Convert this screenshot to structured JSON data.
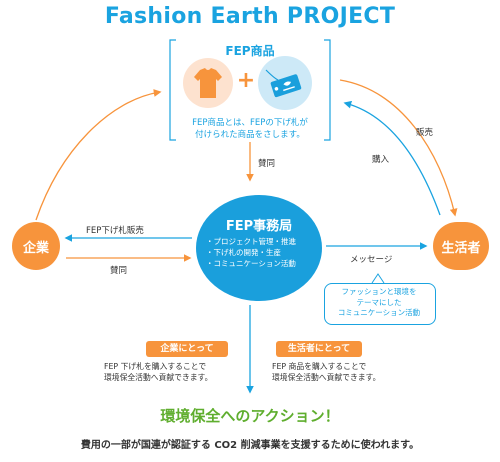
{
  "title": "Fashion Earth PROJECT",
  "product": {
    "heading": "FEP商品",
    "desc_line1": "FEP商品とは、FEPの下げ札が",
    "desc_line2": "付けられた商品をさします。",
    "plus": "+"
  },
  "office": {
    "title": "FEP事務局",
    "items": [
      "・プロジェクト管理・推進",
      "・下げ札の開発・生産",
      "・コミュニケーション活動"
    ]
  },
  "actors": {
    "company": "企業",
    "consumer": "生活者"
  },
  "flows": {
    "support_top": "賛同",
    "sales": "販売",
    "purchase": "購入",
    "tag_sales": "FEP下げ札販売",
    "support_company": "賛同",
    "message": "メッセージ"
  },
  "bubble": {
    "line1": "ファッションと環境を",
    "line2": "テーマにした",
    "line3": "コミュニケーション活動"
  },
  "for_company": {
    "label": "企業にとって",
    "line1": "FEP 下げ札を購入することで",
    "line2": "環境保全活動へ貢献できます。"
  },
  "for_consumer": {
    "label": "生活者にとって",
    "line1": "FEP 商品を購入することで",
    "line2": "環境保全活動へ貢献できます。"
  },
  "action": "環境保全へのアクション！",
  "footer": "費用の一部が国連が認証する CO2 削減事業を支援するために使われます。",
  "colors": {
    "blue": "#1aa3e0",
    "orange": "#f7943c",
    "green": "#5fae2e"
  },
  "icons": [
    "shirt-icon",
    "hang-tag-icon"
  ]
}
